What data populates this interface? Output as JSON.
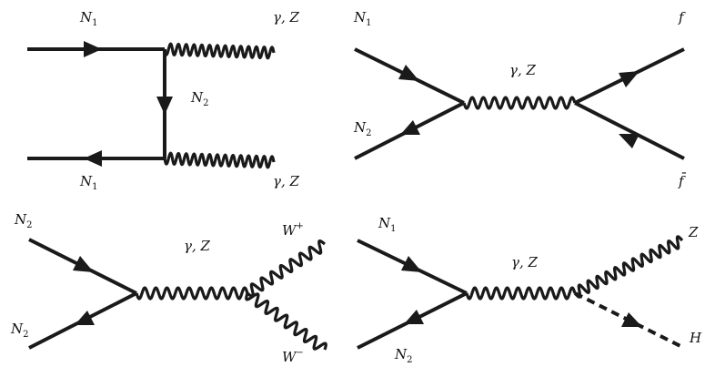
{
  "diagrams": [
    {
      "id": "top-left",
      "labels": {
        "fermion_in_top": {
          "base": "N",
          "sub": "1"
        },
        "fermion_in_bottom": {
          "base": "N",
          "sub": "1"
        },
        "propagator": {
          "base": "N",
          "sub": "2"
        },
        "boson_out_top": "γ, Z",
        "boson_out_bottom": "γ, Z"
      }
    },
    {
      "id": "top-right",
      "labels": {
        "fermion_in_top": {
          "base": "N",
          "sub": "1"
        },
        "fermion_in_bottom": {
          "base": "N",
          "sub": "2"
        },
        "mediator": "γ, Z",
        "fermion_out_top": "f",
        "fermion_out_bottom": "f̄"
      }
    },
    {
      "id": "bottom-left",
      "labels": {
        "fermion_in_top": {
          "base": "N",
          "sub": "2"
        },
        "fermion_in_bottom": {
          "base": "N",
          "sub": "2"
        },
        "mediator": "γ, Z",
        "boson_out_top": {
          "base": "W",
          "sup": "+"
        },
        "boson_out_bottom": {
          "base": "W",
          "sup": "−"
        }
      }
    },
    {
      "id": "bottom-right",
      "labels": {
        "fermion_in_top": {
          "base": "N",
          "sub": "1"
        },
        "fermion_in_bottom": {
          "base": "N",
          "sub": "2"
        },
        "mediator": "γ, Z",
        "boson_out_top": "Z",
        "scalar_out": "H"
      }
    }
  ]
}
